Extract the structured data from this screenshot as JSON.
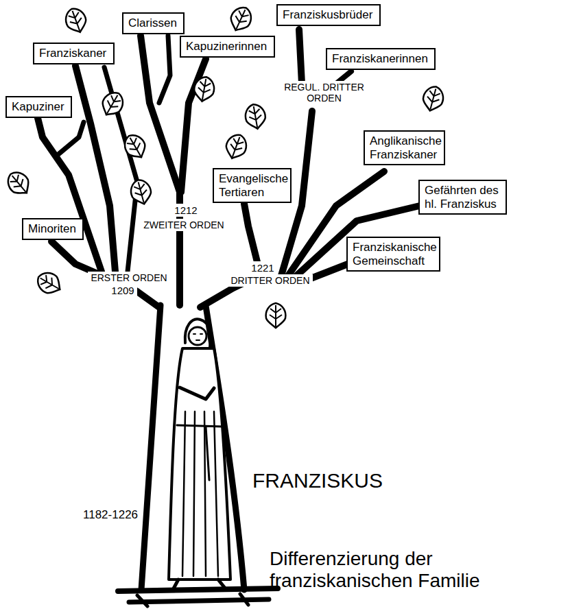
{
  "diagram": {
    "caption": "Differenzierung der franziskanischen Familie",
    "nodes": [
      {
        "text": [
          "Franziskusbrüder"
        ]
      },
      {
        "text": [
          "Clarissen"
        ]
      },
      {
        "text": [
          "Franziskanerinnen"
        ]
      },
      {
        "text": [
          "Kapuzinerinnen"
        ]
      },
      {
        "text": [
          "Franziskaner"
        ]
      },
      {
        "text": [
          "Kapuziner"
        ]
      },
      {
        "text": [
          "Anglikanische Franziskaner"
        ]
      },
      {
        "text": [
          "Evangelische Tertiaren"
        ]
      },
      {
        "text": [
          "Gefährten des hl. Franziskus"
        ]
      },
      {
        "text": [
          "Minoriten"
        ]
      },
      {
        "text": [
          "Franziskanische Gemeinschaft"
        ]
      }
    ],
    "labels": [
      "REGUL. DRITTER ORDEN",
      "1212",
      "ZWEITER ORDEN",
      "1221",
      "DRITTER ORDEN",
      "ERSTER ORDEN",
      "1209",
      "FRANZISKUS",
      "1182-1226"
    ]
  }
}
